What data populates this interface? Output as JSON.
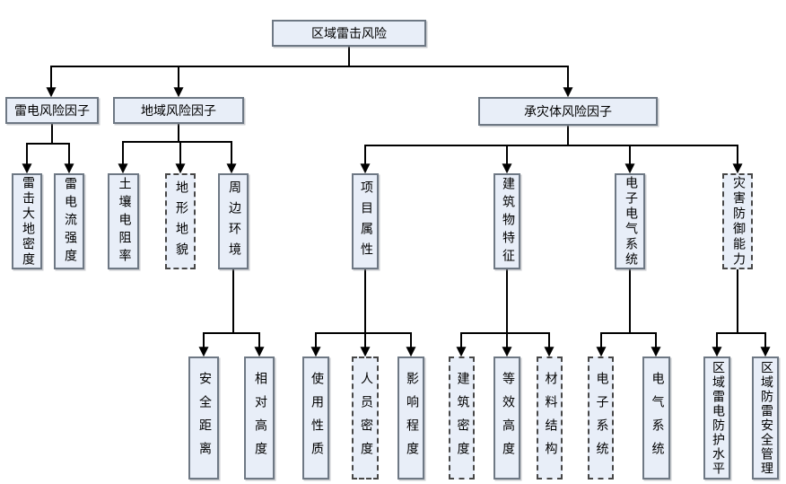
{
  "diagram": {
    "title_node": "区域雷击风险",
    "root": {
      "label": "区域雷击风险"
    },
    "level2": [
      {
        "label": "雷电风险因子"
      },
      {
        "label": "地域风险因子"
      },
      {
        "label": "承灾体风险因子"
      }
    ],
    "level3": [
      {
        "label": "雷击大地密度",
        "border": "solid",
        "parent": "雷电风险因子"
      },
      {
        "label": "雷电流强度",
        "border": "solid",
        "parent": "雷电风险因子"
      },
      {
        "label": "土壤电阻率",
        "border": "solid",
        "parent": "地域风险因子"
      },
      {
        "label": "地形地貌",
        "border": "dashed",
        "parent": "地域风险因子"
      },
      {
        "label": "周边环境",
        "border": "solid",
        "parent": "地域风险因子"
      },
      {
        "label": "项目属性",
        "border": "solid",
        "parent": "承灾体风险因子"
      },
      {
        "label": "建筑物特征",
        "border": "solid",
        "parent": "承灾体风险因子"
      },
      {
        "label": "电子电气系统",
        "border": "solid",
        "parent": "承灾体风险因子"
      },
      {
        "label": "灾害防御能力",
        "border": "dashed",
        "parent": "承灾体风险因子"
      }
    ],
    "level4": [
      {
        "label": "安全距离",
        "border": "solid",
        "parent": "周边环境"
      },
      {
        "label": "相对高度",
        "border": "solid",
        "parent": "周边环境"
      },
      {
        "label": "使用性质",
        "border": "solid",
        "parent": "项目属性"
      },
      {
        "label": "人员密度",
        "border": "dashed",
        "parent": "项目属性"
      },
      {
        "label": "影响程度",
        "border": "solid",
        "parent": "项目属性"
      },
      {
        "label": "建筑密度",
        "border": "dashed",
        "parent": "建筑物特征"
      },
      {
        "label": "等效高度",
        "border": "solid",
        "parent": "建筑物特征"
      },
      {
        "label": "材料结构",
        "border": "dashed",
        "parent": "建筑物特征"
      },
      {
        "label": "电子系统",
        "border": "dashed",
        "parent": "电子电气系统"
      },
      {
        "label": "电气系统",
        "border": "solid",
        "parent": "电子电气系统"
      },
      {
        "label": "区域雷电防护水平",
        "border": "solid",
        "parent": "灾害防御能力"
      },
      {
        "label": "区域防雷安全管理",
        "border": "solid",
        "parent": "灾害防御能力"
      }
    ],
    "colors": {
      "box_fill": "#e8eef8",
      "box_border": "#6e7884",
      "dashed_border": "#474747",
      "connector": "#000000",
      "background": "#ffffff"
    }
  }
}
